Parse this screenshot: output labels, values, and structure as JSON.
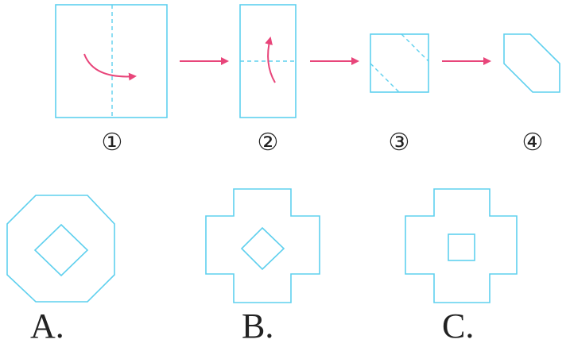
{
  "steps": [
    {
      "label": "①"
    },
    {
      "label": "②"
    },
    {
      "label": "③"
    },
    {
      "label": "④"
    }
  ],
  "options": [
    {
      "label": "A."
    },
    {
      "label": "B."
    },
    {
      "label": "C."
    }
  ],
  "colors": {
    "shape": "#5fd0ee",
    "arrow": "#e8457a",
    "text": "#222222"
  }
}
